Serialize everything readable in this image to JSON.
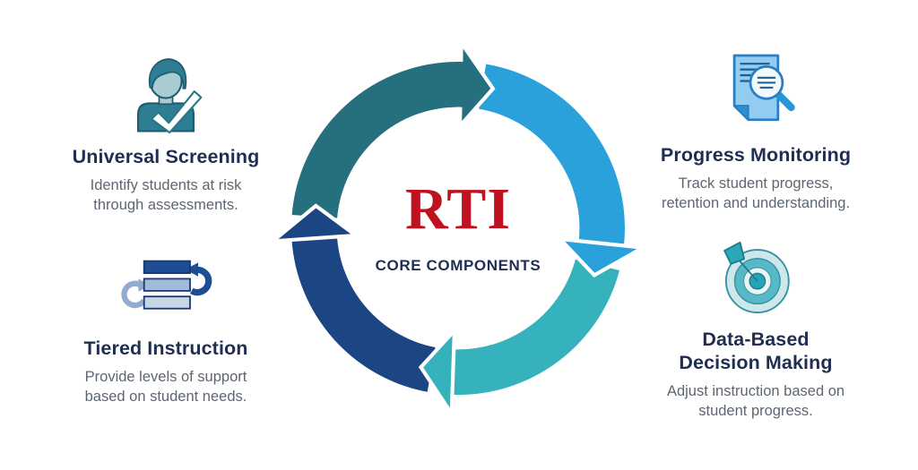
{
  "title": {
    "acronym": "RTI",
    "tagline": "CORE COMPONENTS"
  },
  "colors": {
    "background": "#ffffff",
    "heading": "#1f2e52",
    "body_text": "#5d6673",
    "acronym_red": "#bf1120",
    "arc_teal_dark": "#266f7e",
    "arc_light_blue": "#2ba1dc",
    "arc_teal": "#35b2bc",
    "arc_navy": "#1b4583"
  },
  "cycle": {
    "segments": [
      {
        "name": "arc-top-right",
        "color": "#2ba1dc"
      },
      {
        "name": "arc-bottom-right",
        "color": "#35b2bc"
      },
      {
        "name": "arc-bottom-left",
        "color": "#1b4583"
      },
      {
        "name": "arc-top-left",
        "color": "#266f7e"
      }
    ]
  },
  "sections": {
    "universal_screening": {
      "heading": "Universal Screening",
      "body": "Identify students at risk\nthrough assessments.",
      "icon": "person-check-icon"
    },
    "progress_monitoring": {
      "heading": "Progress Monitoring",
      "body": "Track student progress,\nretention and understanding.",
      "icon": "document-magnifier-icon"
    },
    "tiered_instruction": {
      "heading": "Tiered Instruction",
      "body": "Provide levels of support\nbased on student needs.",
      "icon": "tiered-bars-cycle-icon"
    },
    "data_based_decision_making": {
      "heading": "Data-Based\nDecision Making",
      "body": "Adjust instruction based on\nstudent progress.",
      "icon": "target-dart-icon"
    }
  }
}
